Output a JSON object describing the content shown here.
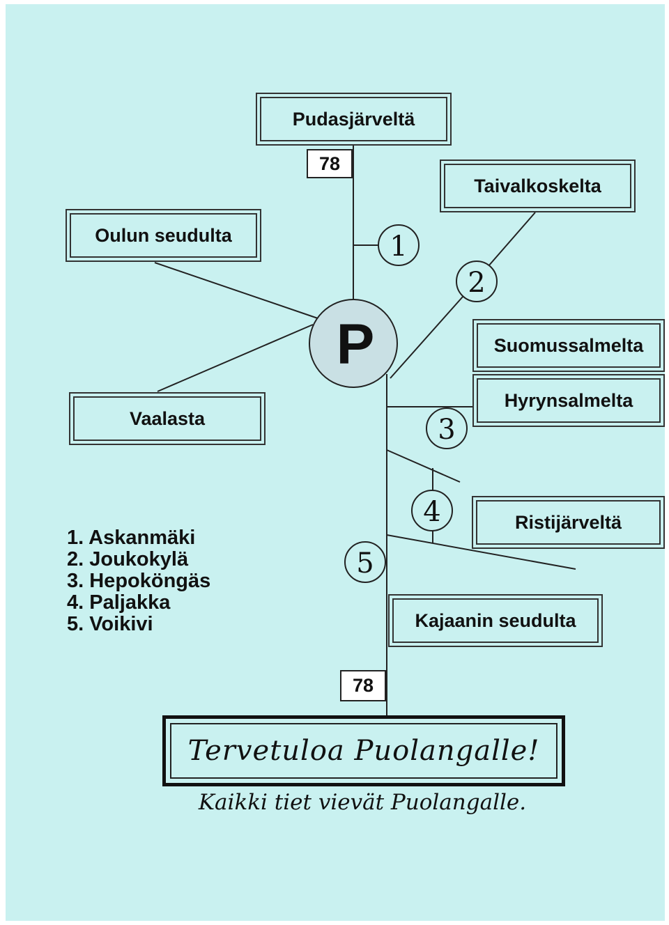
{
  "origins": {
    "pudasjarvi": "Pudasjärveltä",
    "taivalkoski": "Taivalkoskelta",
    "oulu": "Oulun seudulta",
    "suomussalmi": "Suomussalmelta",
    "hyrynsalmi": "Hyrynsalmelta",
    "vaala": "Vaalasta",
    "ristijarvi": "Ristijärveltä",
    "kajaani": "Kajaanin seudulta"
  },
  "road_numbers": {
    "north": "78",
    "south": "78"
  },
  "parking_symbol": "P",
  "markers": [
    "1",
    "2",
    "3",
    "4",
    "5"
  ],
  "legend": [
    "1. Askanmäki",
    "2. Joukokylä",
    "3. Hepoköngäs",
    "4. Paljakka",
    "5. Voikivi"
  ],
  "welcome": "Tervetuloa Puolangalle!",
  "slogan": "Kaikki tiet vievät Puolangalle.",
  "colors": {
    "background": "#c9f1f0",
    "parking_circle": "#c9e0e4",
    "lines": "#222222"
  }
}
